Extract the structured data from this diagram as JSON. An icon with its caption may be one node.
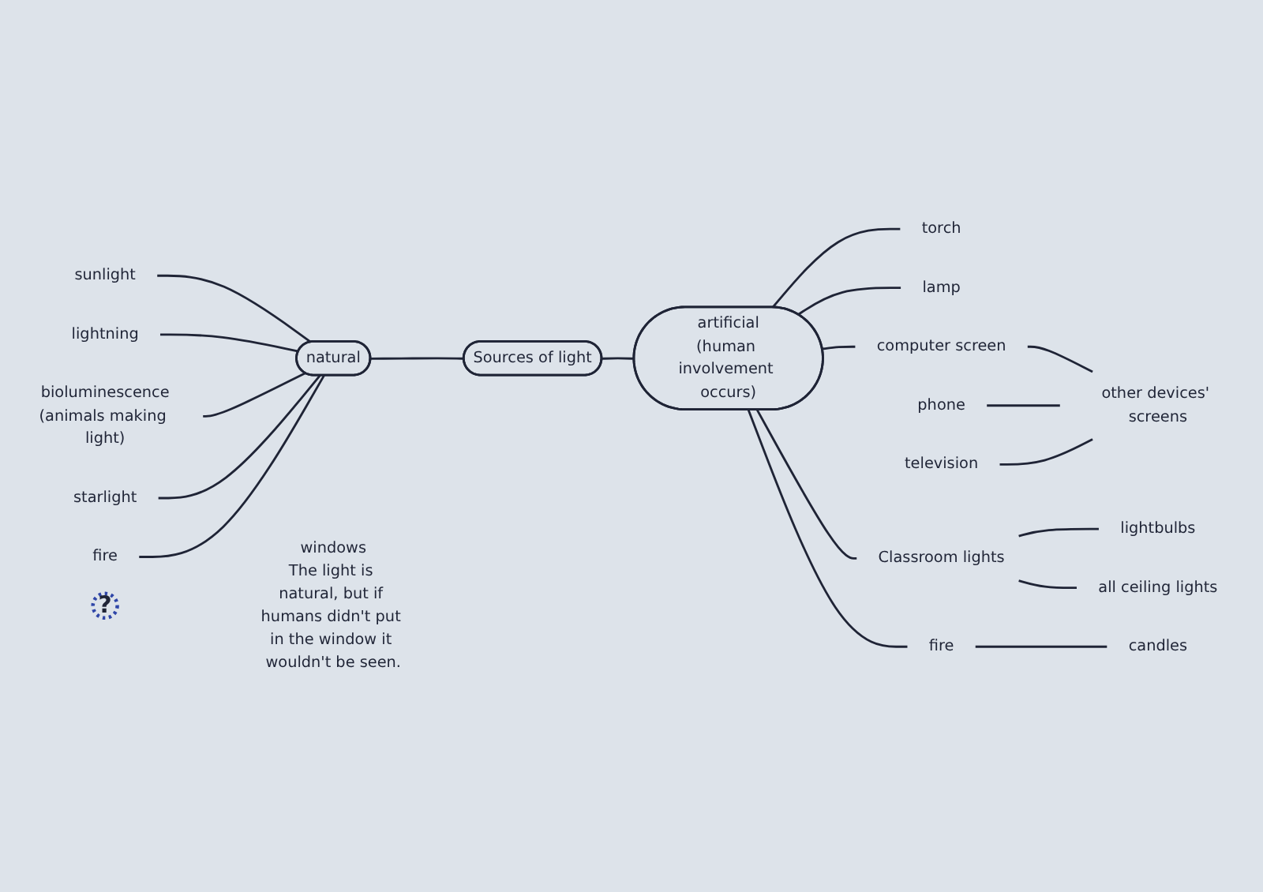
{
  "diagram": {
    "nodes": [
      {
        "text": [
          "Sources of light"
        ]
      },
      {
        "text": [
          "natural"
        ]
      },
      {
        "text": [
          "artificial",
          "(human involvement occurs)"
        ]
      },
      {
        "text": [
          "sunlight"
        ]
      },
      {
        "text": [
          "lightning"
        ]
      },
      {
        "text": [
          "bioluminescence",
          "(animals making light)"
        ]
      },
      {
        "text": [
          "starlight"
        ]
      },
      {
        "text": [
          "fire"
        ]
      },
      {
        "text": [
          "torch"
        ]
      },
      {
        "text": [
          "lamp"
        ]
      },
      {
        "text": [
          "computer screen"
        ]
      },
      {
        "text": [
          "other devices' screens"
        ]
      },
      {
        "text": [
          "phone"
        ]
      },
      {
        "text": [
          "television"
        ]
      },
      {
        "text": [
          "Classroom lights"
        ]
      },
      {
        "text": [
          "lightbulbs"
        ]
      },
      {
        "text": [
          "all ceiling lights"
        ]
      },
      {
        "text": [
          "fire"
        ]
      },
      {
        "text": [
          "candles"
        ]
      },
      {
        "text": [
          "?"
        ],
        "beside": [
          "windows",
          "The light is natural, but if humans didn't put in the window it wouldn't be seen."
        ]
      }
    ],
    "edges": [
      {
        "from": 1,
        "to": 0,
        "arrow": "none"
      },
      {
        "from": 0,
        "to": 2,
        "arrow": "none"
      },
      {
        "from": 3,
        "to": 1,
        "arrow": "none"
      },
      {
        "from": 4,
        "to": 1,
        "arrow": "none"
      },
      {
        "from": 5,
        "to": 1,
        "arrow": "none"
      },
      {
        "from": 6,
        "to": 1,
        "arrow": "none"
      },
      {
        "from": 7,
        "to": 1,
        "arrow": "none"
      },
      {
        "from": 2,
        "to": 8,
        "arrow": "none"
      },
      {
        "from": 2,
        "to": 9,
        "arrow": "none"
      },
      {
        "from": 2,
        "to": 10,
        "arrow": "none"
      },
      {
        "from": 10,
        "to": 11,
        "arrow": "none"
      },
      {
        "from": 12,
        "to": 11,
        "arrow": "none"
      },
      {
        "from": 13,
        "to": 11,
        "arrow": "none"
      },
      {
        "from": 2,
        "to": 14,
        "arrow": "none"
      },
      {
        "from": 14,
        "to": 15,
        "arrow": "none"
      },
      {
        "from": 14,
        "to": 16,
        "arrow": "none"
      },
      {
        "from": 2,
        "to": 17,
        "arrow": "none"
      },
      {
        "from": 17,
        "to": 18,
        "arrow": "none"
      }
    ]
  }
}
